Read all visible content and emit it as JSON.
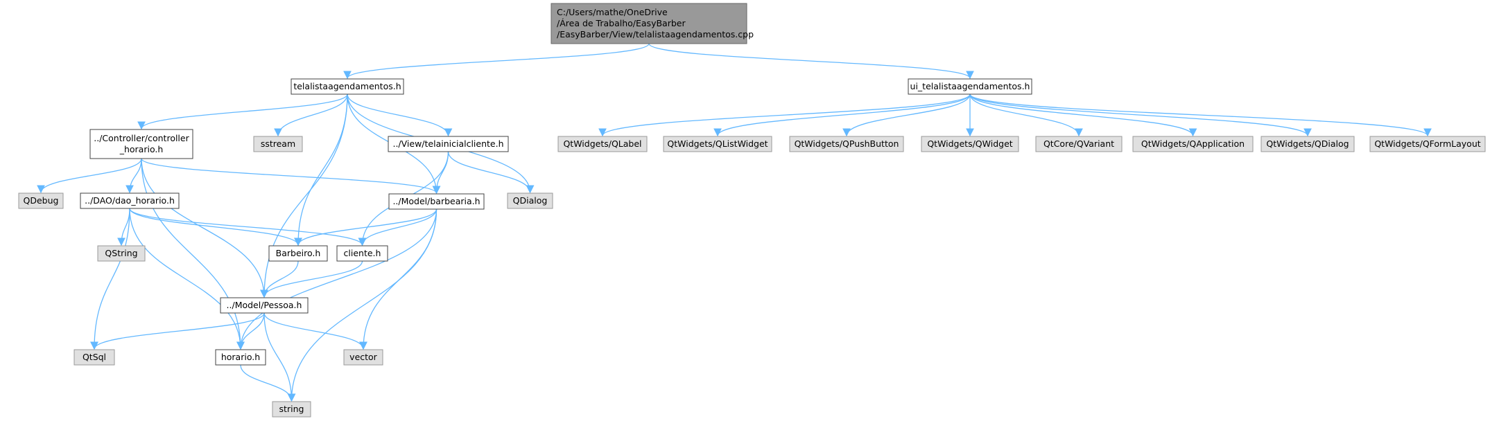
{
  "colors": {
    "edge": "#63b8ff",
    "root_fill": "#999999",
    "root_stroke": "#666666",
    "file_fill": "#ffffff",
    "file_stroke": "#404040",
    "system_fill": "#e0e0e0",
    "system_stroke": "#999999"
  },
  "nodes": {
    "root": {
      "lines": [
        "C:/Users/mathe/OneDrive",
        "/Área de Trabalho/EasyBarber",
        "/EasyBarber/View/telalistaagendamentos.cpp"
      ],
      "kind": "root"
    },
    "telalista_h": {
      "lines": [
        "telalistaagendamentos.h"
      ],
      "kind": "file"
    },
    "ui_telalista_h": {
      "lines": [
        "ui_telalistaagendamentos.h"
      ],
      "kind": "file"
    },
    "controller_horario": {
      "lines": [
        "../Controller/controller",
        "_horario.h"
      ],
      "kind": "file"
    },
    "sstream": {
      "lines": [
        "sstream"
      ],
      "kind": "system"
    },
    "telainicialcliente": {
      "lines": [
        "../View/telainicialcliente.h"
      ],
      "kind": "file"
    },
    "qdialog": {
      "lines": [
        "QDialog"
      ],
      "kind": "system"
    },
    "qdebug": {
      "lines": [
        "QDebug"
      ],
      "kind": "system"
    },
    "dao_horario": {
      "lines": [
        "../DAO/dao_horario.h"
      ],
      "kind": "file"
    },
    "barbearia": {
      "lines": [
        "../Model/barbearia.h"
      ],
      "kind": "file"
    },
    "qstring": {
      "lines": [
        "QString"
      ],
      "kind": "system"
    },
    "barbeiro": {
      "lines": [
        "Barbeiro.h"
      ],
      "kind": "file"
    },
    "cliente": {
      "lines": [
        "cliente.h"
      ],
      "kind": "file"
    },
    "pessoa": {
      "lines": [
        "../Model/Pessoa.h"
      ],
      "kind": "file"
    },
    "qtsql": {
      "lines": [
        "QtSql"
      ],
      "kind": "system"
    },
    "horario": {
      "lines": [
        "horario.h"
      ],
      "kind": "file"
    },
    "vector": {
      "lines": [
        "vector"
      ],
      "kind": "system"
    },
    "string": {
      "lines": [
        "string"
      ],
      "kind": "system"
    },
    "qlabel": {
      "lines": [
        "QtWidgets/QLabel"
      ],
      "kind": "system"
    },
    "qlistwidget": {
      "lines": [
        "QtWidgets/QListWidget"
      ],
      "kind": "system"
    },
    "qpushbutton": {
      "lines": [
        "QtWidgets/QPushButton"
      ],
      "kind": "system"
    },
    "qwidget": {
      "lines": [
        "QtWidgets/QWidget"
      ],
      "kind": "system"
    },
    "qvariant": {
      "lines": [
        "QtCore/QVariant"
      ],
      "kind": "system"
    },
    "qapplication": {
      "lines": [
        "QtWidgets/QApplication"
      ],
      "kind": "system"
    },
    "qtdialog": {
      "lines": [
        "QtWidgets/QDialog"
      ],
      "kind": "system"
    },
    "qformlayout": {
      "lines": [
        "QtWidgets/QFormLayout"
      ],
      "kind": "system"
    }
  },
  "edges": [
    [
      "root",
      "telalista_h"
    ],
    [
      "root",
      "ui_telalista_h"
    ],
    [
      "telalista_h",
      "controller_horario"
    ],
    [
      "telalista_h",
      "sstream"
    ],
    [
      "telalista_h",
      "telainicialcliente"
    ],
    [
      "telalista_h",
      "qdialog"
    ],
    [
      "telalista_h",
      "barbearia"
    ],
    [
      "telalista_h",
      "barbeiro"
    ],
    [
      "telalista_h",
      "pessoa"
    ],
    [
      "controller_horario",
      "qdebug"
    ],
    [
      "controller_horario",
      "dao_horario"
    ],
    [
      "controller_horario",
      "barbearia"
    ],
    [
      "controller_horario",
      "pessoa"
    ],
    [
      "controller_horario",
      "horario"
    ],
    [
      "telainicialcliente",
      "qdialog"
    ],
    [
      "telainicialcliente",
      "barbearia"
    ],
    [
      "telainicialcliente",
      "cliente"
    ],
    [
      "dao_horario",
      "qstring"
    ],
    [
      "dao_horario",
      "barbeiro"
    ],
    [
      "dao_horario",
      "cliente"
    ],
    [
      "dao_horario",
      "qtsql"
    ],
    [
      "dao_horario",
      "horario"
    ],
    [
      "barbearia",
      "barbeiro"
    ],
    [
      "barbearia",
      "cliente"
    ],
    [
      "barbearia",
      "horario"
    ],
    [
      "barbearia",
      "vector"
    ],
    [
      "barbearia",
      "string"
    ],
    [
      "barbeiro",
      "pessoa"
    ],
    [
      "cliente",
      "pessoa"
    ],
    [
      "pessoa",
      "qtsql"
    ],
    [
      "pessoa",
      "horario"
    ],
    [
      "pessoa",
      "vector"
    ],
    [
      "pessoa",
      "string"
    ],
    [
      "horario",
      "string"
    ],
    [
      "ui_telalista_h",
      "qlabel"
    ],
    [
      "ui_telalista_h",
      "qlistwidget"
    ],
    [
      "ui_telalista_h",
      "qpushbutton"
    ],
    [
      "ui_telalista_h",
      "qwidget"
    ],
    [
      "ui_telalista_h",
      "qvariant"
    ],
    [
      "ui_telalista_h",
      "qapplication"
    ],
    [
      "ui_telalista_h",
      "qtdialog"
    ],
    [
      "ui_telalista_h",
      "qformlayout"
    ]
  ]
}
